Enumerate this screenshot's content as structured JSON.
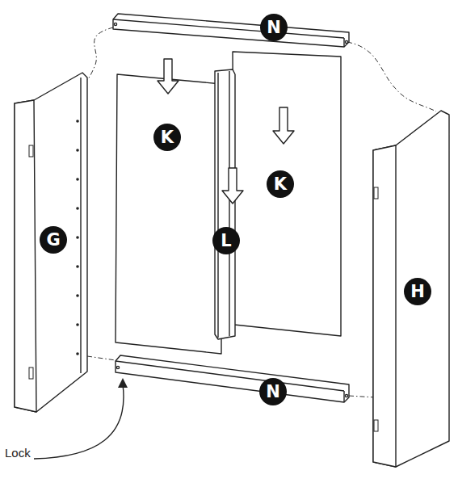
{
  "diagram": {
    "labels": [
      "N",
      "K",
      "K",
      "L",
      "G",
      "H",
      "N",
      "Lock"
    ]
  }
}
